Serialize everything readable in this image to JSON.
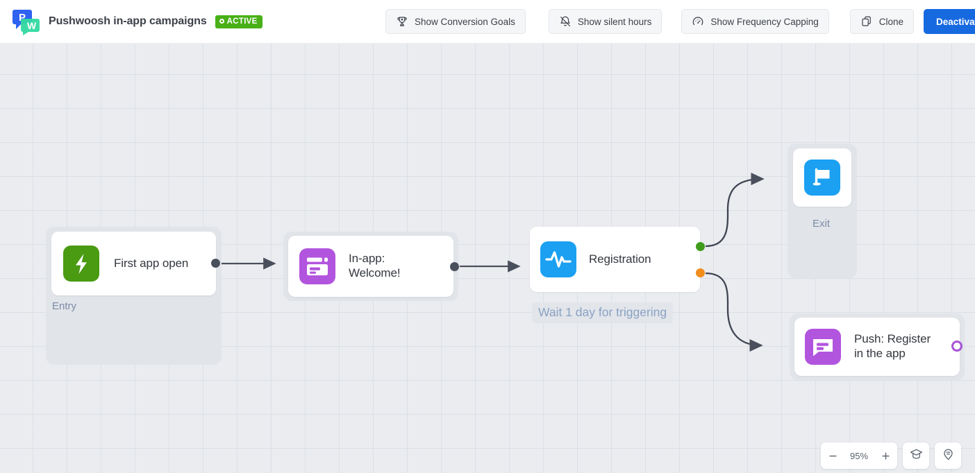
{
  "header": {
    "logo_icon": "pushwoosh-logo",
    "title": "Pushwoosh in-app campaigns",
    "status_badge": "ACTIVE",
    "status_color": "#49b018",
    "buttons": [
      {
        "label": "Show Conversion Goals",
        "icon": "trophy-icon",
        "style": "ghost"
      },
      {
        "label": "Show silent hours",
        "icon": "bell-off-icon",
        "style": "ghost"
      },
      {
        "label": "Show Frequency Capping",
        "icon": "gauge-icon",
        "style": "ghost"
      },
      {
        "label": "Clone",
        "icon": "copy-icon",
        "style": "ghost"
      },
      {
        "label": "Deactivate",
        "icon": "",
        "style": "primary"
      }
    ],
    "primary_color": "#1769e0"
  },
  "canvas": {
    "background_color": "#eaecef",
    "grid_color": "#d0d8e0",
    "nodes": [
      {
        "id": "entry",
        "title": "First app open",
        "group_label": "Entry",
        "icon": "lightning-bolt-icon",
        "icon_color": "#4a9a12",
        "ports": [
          {
            "type": "output",
            "color": "#4a4f5c"
          }
        ]
      },
      {
        "id": "inapp",
        "title": "In-app:\nWelcome!",
        "title_line1": "In-app:",
        "title_line2": "Welcome!",
        "icon": "in-app-window-icon",
        "icon_color": "#b255de",
        "ports": [
          {
            "type": "output",
            "color": "#4a4f5c"
          }
        ]
      },
      {
        "id": "registration",
        "title": "Registration",
        "icon": "activity-pulse-icon",
        "icon_color": "#1ba0f2",
        "wait_label": "Wait 1 day for triggering",
        "ports": [
          {
            "type": "output-success",
            "color": "#3f9c1b"
          },
          {
            "type": "output-fail",
            "color": "#f28c1b"
          }
        ]
      },
      {
        "id": "exit",
        "title": "Exit",
        "group_label": "Exit",
        "icon": "flag-icon",
        "icon_color": "#1ba0f2",
        "ports": []
      },
      {
        "id": "push",
        "title": "Push: Register in the app",
        "title_line1": "Push: Register",
        "title_line2": "in the app",
        "icon": "push-message-icon",
        "icon_color": "#b255de",
        "ports": [
          {
            "type": "output",
            "color": "#a855d6"
          }
        ]
      }
    ]
  },
  "zoom_controls": {
    "zoom_out_icon": "minus-icon",
    "zoom_level": "95%",
    "zoom_in_icon": "plus-icon",
    "tutorial_icon": "graduation-cap-icon",
    "help_icon": "help-pin-icon"
  }
}
